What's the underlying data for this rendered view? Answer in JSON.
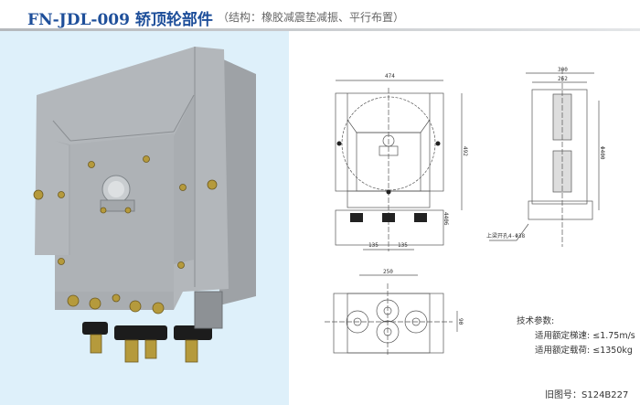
{
  "header": {
    "model": "FN-JDL-009 轿顶轮部件",
    "structure_note": "（结构：橡胶减震垫减振、平行布置）"
  },
  "drawing_front": {
    "width_label": "474",
    "height_label": "492",
    "spacing_left": "135",
    "spacing_right": "135",
    "side_label": "4406"
  },
  "drawing_side": {
    "outer_width": "300",
    "inner_width": "262",
    "diameter_label": "Φ400",
    "hole_note": "上梁开孔4-Φ38"
  },
  "drawing_bottom": {
    "pitch_label": "250",
    "offset_label": "90"
  },
  "specs": {
    "heading": "技术参数:",
    "items": [
      {
        "label": "适用额定梯速:",
        "value": "≤1.75m/s"
      },
      {
        "label": "适用额定载荷:",
        "value": "≤1350kg"
      }
    ]
  },
  "old_drawing_number": {
    "label": "旧图号：",
    "value": "S124B227"
  },
  "colors": {
    "title": "#1e4f9a",
    "photo_bg": "#def0fa",
    "housing": "#a9adb1"
  }
}
